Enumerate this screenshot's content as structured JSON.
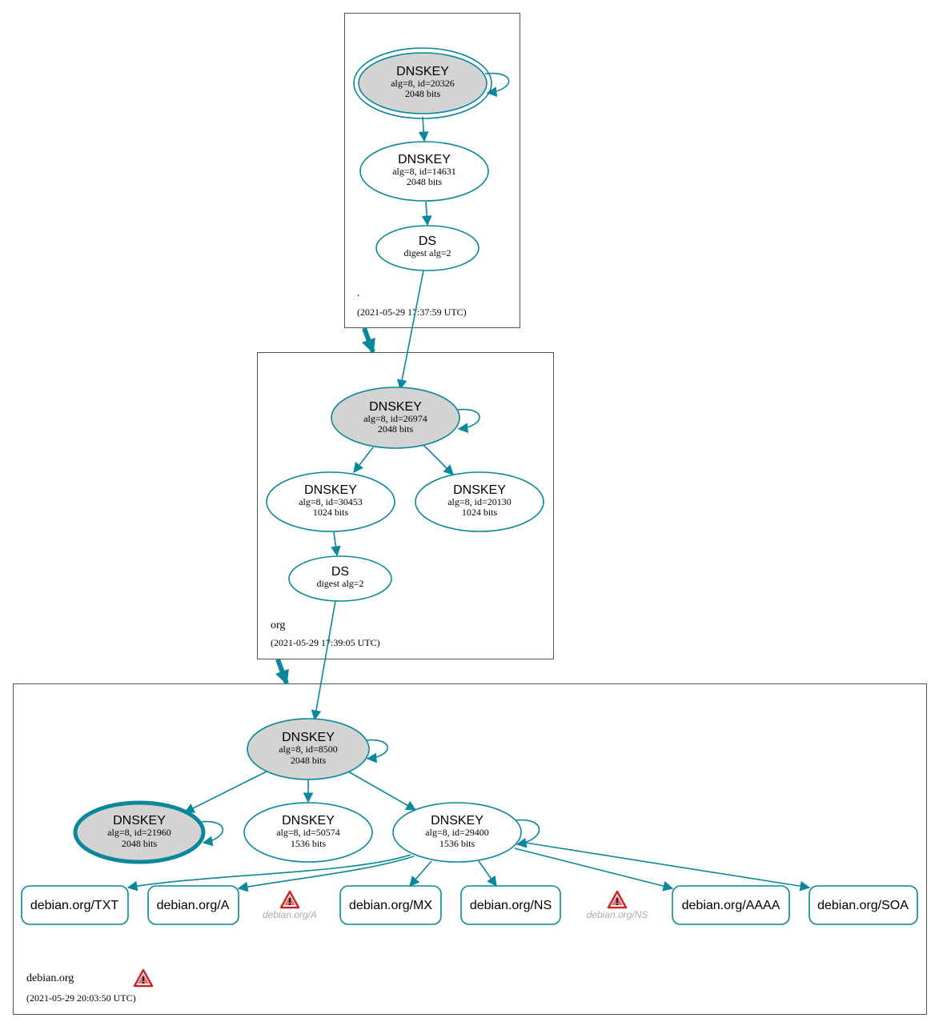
{
  "zones": [
    {
      "name": ".",
      "timestamp": "(2021-05-29 17:37:59 UTC)"
    },
    {
      "name": "org",
      "timestamp": "(2021-05-29 17:39:05 UTC)"
    },
    {
      "name": "debian.org",
      "timestamp": "(2021-05-29 20:03:50 UTC)"
    }
  ],
  "nodes": {
    "root_ksk": {
      "title": "DNSKEY",
      "line1": "alg=8, id=20326",
      "line2": "2048 bits"
    },
    "root_zsk": {
      "title": "DNSKEY",
      "line1": "alg=8, id=14631",
      "line2": "2048 bits"
    },
    "root_ds": {
      "title": "DS",
      "line1": "digest alg=2"
    },
    "org_ksk": {
      "title": "DNSKEY",
      "line1": "alg=8, id=26974",
      "line2": "2048 bits"
    },
    "org_zsk1": {
      "title": "DNSKEY",
      "line1": "alg=8, id=30453",
      "line2": "1024 bits"
    },
    "org_zsk2": {
      "title": "DNSKEY",
      "line1": "alg=8, id=20130",
      "line2": "1024 bits"
    },
    "org_ds": {
      "title": "DS",
      "line1": "digest alg=2"
    },
    "deb_ksk": {
      "title": "DNSKEY",
      "line1": "alg=8, id=8500",
      "line2": "2048 bits"
    },
    "deb_k1": {
      "title": "DNSKEY",
      "line1": "alg=8, id=21960",
      "line2": "2048 bits"
    },
    "deb_k2": {
      "title": "DNSKEY",
      "line1": "alg=8, id=50574",
      "line2": "1536 bits"
    },
    "deb_k3": {
      "title": "DNSKEY",
      "line1": "alg=8, id=29400",
      "line2": "1536 bits"
    }
  },
  "rrsets": {
    "txt": "debian.org/TXT",
    "a": "debian.org/A",
    "mx": "debian.org/MX",
    "ns": "debian.org/NS",
    "aaaa": "debian.org/AAAA",
    "soa": "debian.org/SOA"
  },
  "warnings": {
    "a": "debian.org/A",
    "ns": "debian.org/NS"
  },
  "colors": {
    "edge": "#0a879a",
    "node_fill_ksk": "#d3d3d3",
    "border": "#555555",
    "warning_red": "#d32f2f"
  }
}
